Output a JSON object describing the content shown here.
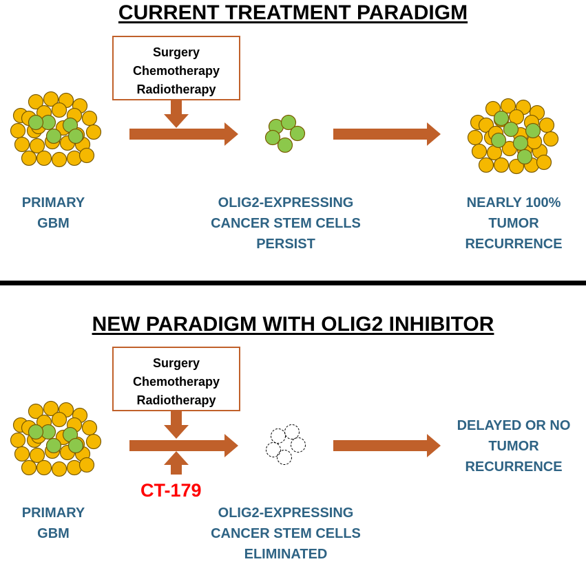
{
  "top": {
    "heading": "CURRENT TREATMENT PARADIGM",
    "treatment_lines": [
      "Surgery",
      "Chemotherapy",
      "Radiotherapy"
    ],
    "label_left": [
      "PRIMARY",
      "GBM"
    ],
    "label_mid": [
      "OLIG2-EXPRESSING",
      "CANCER STEM CELLS",
      "PERSIST"
    ],
    "label_right": [
      "NEARLY 100%",
      "TUMOR",
      "RECURRENCE"
    ]
  },
  "bottom": {
    "heading": "NEW PARADIGM WITH OLIG2 INHIBITOR",
    "treatment_lines": [
      "Surgery",
      "Chemotherapy",
      "Radiotherapy"
    ],
    "drug": "CT-179",
    "label_left": [
      "PRIMARY",
      "GBM"
    ],
    "label_mid": [
      "OLIG2-EXPRESSING",
      "CANCER STEM CELLS",
      "ELIMINATED"
    ],
    "label_right": [
      "DELAYED OR NO",
      "TUMOR",
      "RECURRENCE"
    ]
  },
  "colors": {
    "arrow": "#c0602a",
    "label": "#2e6384",
    "drug": "#ff0000",
    "tumor_cell": "#f5b800",
    "stem_cell": "#8cc84b"
  }
}
